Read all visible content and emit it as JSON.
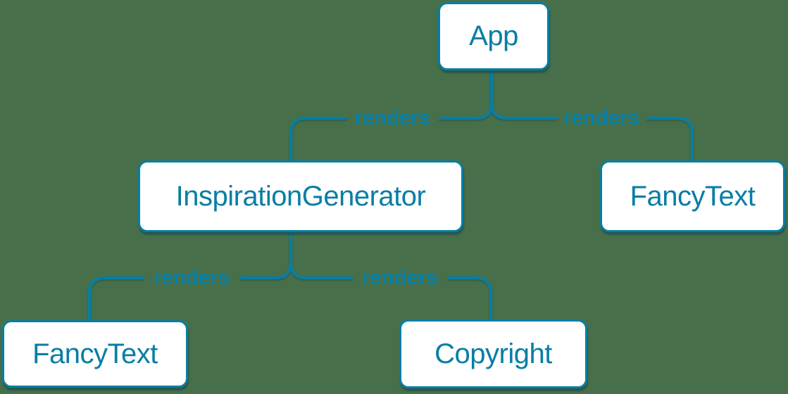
{
  "colors": {
    "background": "#47704a",
    "accent": "#087ea4",
    "node_fill": "#ffffff"
  },
  "diagram": {
    "type": "render-tree",
    "nodes": [
      {
        "id": "app",
        "label": "App"
      },
      {
        "id": "inspiration-generator",
        "label": "InspirationGenerator"
      },
      {
        "id": "fancy-text-top-right",
        "label": "FancyText"
      },
      {
        "id": "fancy-text-bottom-left",
        "label": "FancyText"
      },
      {
        "id": "copyright",
        "label": "Copyright"
      }
    ],
    "edges": [
      {
        "from": "App",
        "to": "InspirationGenerator",
        "label": "renders"
      },
      {
        "from": "App",
        "to": "FancyText",
        "label": "renders"
      },
      {
        "from": "InspirationGenerator",
        "to": "FancyText",
        "label": "renders"
      },
      {
        "from": "InspirationGenerator",
        "to": "Copyright",
        "label": "renders"
      }
    ]
  }
}
